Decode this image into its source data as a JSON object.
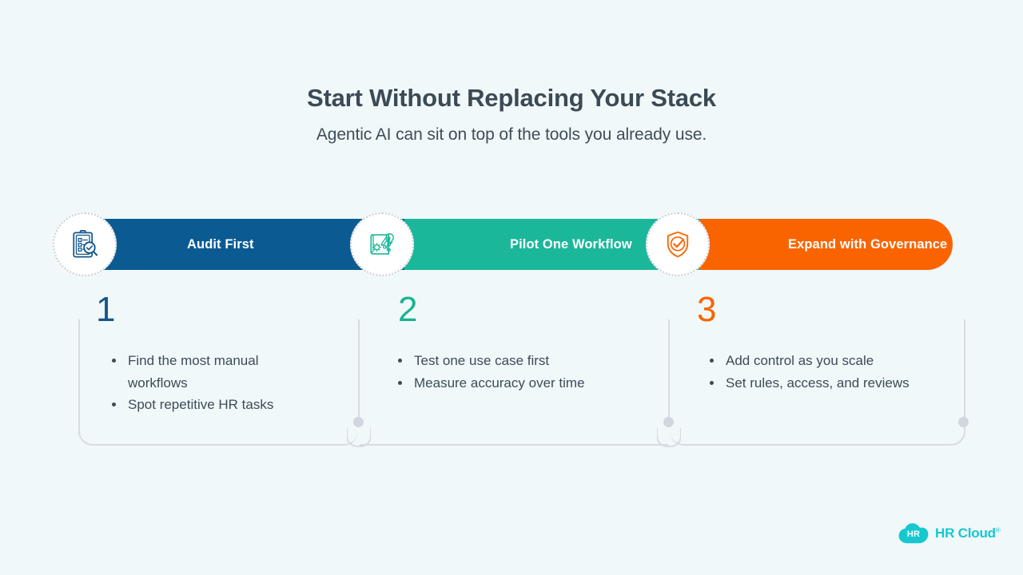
{
  "page": {
    "background_color": "#f1f8fa",
    "title": "Start Without Replacing Your Stack",
    "subtitle": "Agentic AI can sit on top of the tools you already use."
  },
  "banner": {
    "segments": [
      {
        "label": "Audit First",
        "color": "#0b5b92",
        "icon": "clipboard-checklist-magnifier-icon"
      },
      {
        "label": "Pilot One Workflow",
        "color": "#1bb79b",
        "icon": "blueprint-prototype-icon"
      },
      {
        "label": "Expand with Governance",
        "color": "#fa6400",
        "icon": "shield-check-icon"
      }
    ]
  },
  "steps": [
    {
      "number": "1",
      "number_color": "#14578c",
      "bullets": [
        "Find the most manual workflows",
        "Spot repetitive HR tasks"
      ]
    },
    {
      "number": "2",
      "number_color": "#17b392",
      "bullets": [
        "Test one use case first",
        "Measure accuracy over time"
      ]
    },
    {
      "number": "3",
      "number_color": "#fa6400",
      "bullets": [
        "Add control as you scale",
        "Set rules, access, and reviews"
      ]
    }
  ],
  "logo": {
    "mark_text": "HR",
    "wordmark": "HR Cloud",
    "trademark": "®",
    "color": "#15c8cf"
  }
}
